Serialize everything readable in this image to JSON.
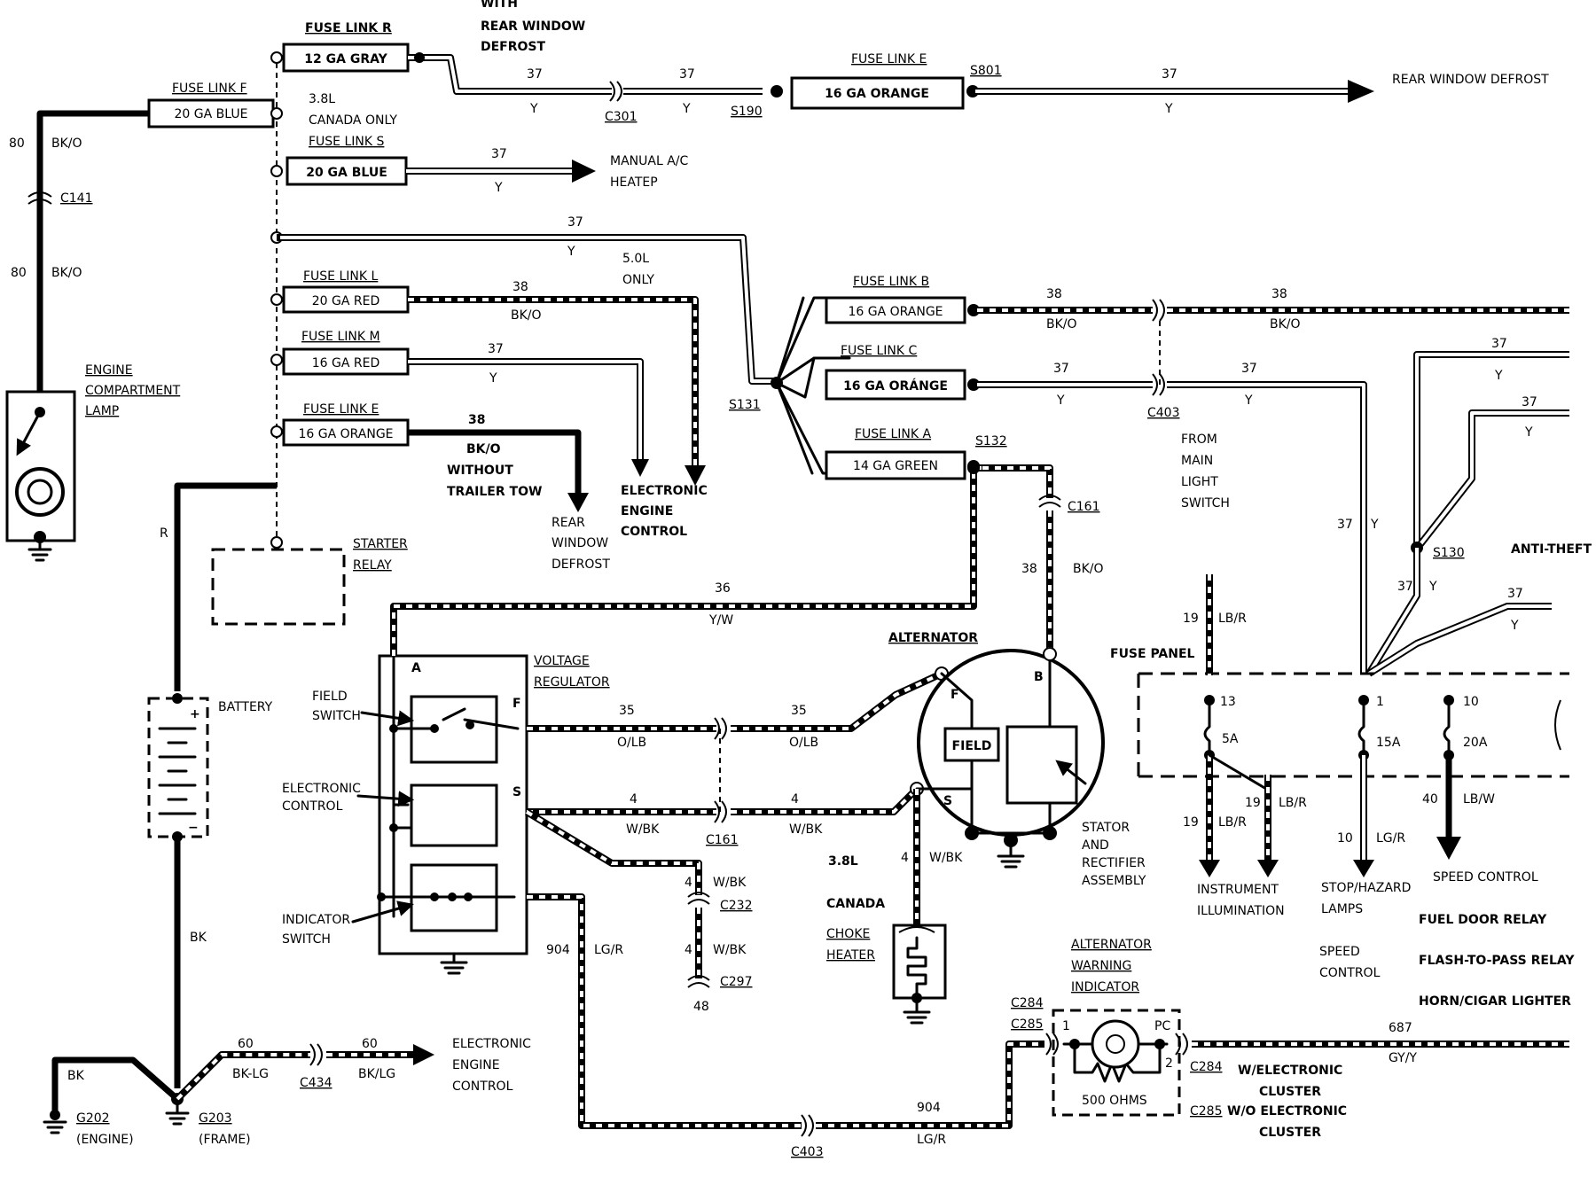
{
  "fuse_links": {
    "r": {
      "name": "FUSE LINK R",
      "spec": "12 GA GRAY"
    },
    "f": {
      "name": "FUSE LINK F",
      "spec": "20 GA BLUE"
    },
    "s": {
      "name": "FUSE LINK S",
      "spec": "20 GA BLUE"
    },
    "l": {
      "name": "FUSE LINK L",
      "spec": "20 GA RED"
    },
    "m": {
      "name": "FUSE LINK M",
      "spec": "16 GA RED"
    },
    "e_left": {
      "name": "FUSE LINK E",
      "spec": "16 GA ORANGE"
    },
    "e_top": {
      "name": "FUSE LINK E",
      "spec": "16 GA ORANGE"
    },
    "b": {
      "name": "FUSE LINK B",
      "spec": "16 GA ORANGE"
    },
    "c": {
      "name": "FUSE LINK C",
      "spec": "16 GA ORÁNGE"
    },
    "a": {
      "name": "FUSE LINK A",
      "spec": "14 GA GREEN"
    }
  },
  "notes": {
    "with_rear_1": "WITH",
    "with_rear_2": "REAR WINDOW",
    "with_rear_3": "DEFROST",
    "canada_1": "3.8L",
    "canada_2": "CANADA ONLY",
    "only50_1": "5.0L",
    "only50_2": "ONLY",
    "without_tow_1": "WITHOUT",
    "without_tow_2": "TRAILER TOW",
    "canada38": "3.8L",
    "canada": "CANADA"
  },
  "destinations": {
    "rear_defrost": "REAR WINDOW DEFROST",
    "manual_ac_1": "MANUAL A/C",
    "manual_ac_2": "HEATEP",
    "eec1_1": "ELECTRONIC",
    "eec1_2": "ENGINE",
    "eec1_3": "CONTROL",
    "rwd_1": "REAR",
    "rwd_2": "WINDOW",
    "rwd_3": "DEFROST",
    "from_main_1": "FROM",
    "from_main_2": "MAIN",
    "from_main_3": "LIGHT",
    "from_main_4": "SWITCH",
    "anti_theft": "ANTI-THEFT",
    "instrument_1": "INSTRUMENT",
    "instrument_2": "ILLUMINATION",
    "stop_1": "STOP/HAZARD",
    "stop_2": "LAMPS",
    "speed_control": "SPEED CONTROL",
    "speed_control2_1": "SPEED",
    "speed_control2_2": "CONTROL",
    "fuel_door": "FUEL DOOR RELAY",
    "flash": "FLASH-TO-PASS RELAY",
    "horn": "HORN/CIGAR LIGHTER",
    "eec2_1": "ELECTRONIC",
    "eec2_2": "ENGINE",
    "eec2_3": "CONTROL"
  },
  "components": {
    "engine_lamp_1": "ENGINE",
    "engine_lamp_2": "COMPARTMENT",
    "engine_lamp_3": "LAMP",
    "starter_1": "STARTER",
    "starter_2": "RELAY",
    "battery": "BATTERY",
    "voltage_reg_1": "VOLTAGE",
    "voltage_reg_2": "REGULATOR",
    "field_switch_1": "FIELD",
    "field_switch_2": "SWITCH",
    "elec_control_1": "ELECTRONIC",
    "elec_control_2": "CONTROL",
    "indicator_switch_1": "INDICATOR",
    "indicator_switch_2": "SWITCH",
    "alternator": "ALTERNATOR",
    "field": "FIELD",
    "stator_1": "STATOR",
    "stator_2": "AND",
    "stator_3": "RECTIFIER",
    "stator_4": "ASSEMBLY",
    "choke_1": "CHOKE",
    "choke_2": "HEATER",
    "alt_warn_1": "ALTERNATOR",
    "alt_warn_2": "WARNING",
    "alt_warn_3": "INDICATOR",
    "ohms": "500 OHMS",
    "fuse_panel": "FUSE PANEL",
    "w_elec_1": "W/ELECTRONIC",
    "w_elec_2": "CLUSTER",
    "wo_elec_1": "W/O ELECTRONIC",
    "wo_elec_2": "CLUSTER"
  },
  "connectors": {
    "c141": "C141",
    "c301": "C301",
    "s190": "S190",
    "s801": "S801",
    "s131": "S131",
    "s132": "S132",
    "c403a": "C403",
    "c161a": "C161",
    "s130": "S130",
    "c161b": "C161",
    "c232": "C232",
    "c297": "C297",
    "c434": "C434",
    "c403b": "C403",
    "c284a": "C284",
    "c285a": "C285",
    "c284b": "C284",
    "c285b": "C285",
    "g202": "G202",
    "g202_sub": "(ENGINE)",
    "g203": "G203",
    "g203_sub": "(FRAME)"
  },
  "terminals": {
    "a": "A",
    "f": "F",
    "s": "S",
    "b": "B",
    "alt_f": "F",
    "alt_s": "S",
    "pin1": "1",
    "pin2": "2",
    "pc": "PC",
    "plus": "+",
    "minus": "−"
  },
  "fuses": {
    "f13": "13",
    "f13_rating": "5A",
    "f1": "1",
    "f1_rating": "15A",
    "f10": "10",
    "f10_rating": "20A"
  },
  "wires": {
    "w80a": "80",
    "bko_a": "BK/O",
    "w80b": "80",
    "bko_b": "BK/O",
    "w37_r1": "37",
    "y_r1": "Y",
    "w37_r2": "37",
    "y_r2": "Y",
    "w37_e": "37",
    "y_e": "Y",
    "w37_s": "37",
    "y_s": "Y",
    "w37_50": "37",
    "y_50": "Y",
    "w38_l": "38",
    "bko_l": "BK/O",
    "w37_m": "37",
    "y_m": "Y",
    "w38_e": "38",
    "bko_e": "BK/O",
    "w38_b1": "38",
    "bko_b1": "BK/O",
    "w38_b2": "38",
    "bko_b2": "BK/O",
    "w37_c1": "37",
    "y_c1": "Y",
    "w37_c2": "37",
    "y_c2": "Y",
    "w37_t1": "37",
    "y_t1": "Y",
    "w37_t2": "37",
    "y_t2": "Y",
    "w37_v": "37",
    "y_v": "Y",
    "w37_v2": "37",
    "y_v2": "Y",
    "w37_at": "37",
    "y_at": "Y",
    "w38_alt": "38",
    "bko_alt": "BK/O",
    "w36": "36",
    "yw": "Y/W",
    "w35a": "35",
    "olb_a": "O/LB",
    "w35b": "35",
    "olb_b": "O/LB",
    "w4a": "4",
    "wbk_a": "W/BK",
    "w4b": "4",
    "wbk_b": "W/BK",
    "w4c": "4",
    "wbk_c": "W/BK",
    "w4d": "4",
    "wbk_d": "W/BK",
    "w4e": "4",
    "wbk_e": "W/BK",
    "w48": "48",
    "w904a": "904",
    "lgr_a": "LG/R",
    "w904b": "904",
    "lgr_b": "LG/R",
    "r": "R",
    "bk_bat": "BK",
    "bk_g": "BK",
    "w60a": "60",
    "bklg_a": "BK-LG",
    "w60b": "60",
    "bklg_b": "BK/LG",
    "w19a": "19",
    "lbr_a": "LB/R",
    "w19b": "19",
    "lbr_b": "LB/R",
    "w19c": "19",
    "lbr_c": "LB/R",
    "w10": "10",
    "lgr_f": "LG/R",
    "w40": "40",
    "lbw": "LB/W",
    "w687": "687",
    "gyy": "GY/Y"
  }
}
